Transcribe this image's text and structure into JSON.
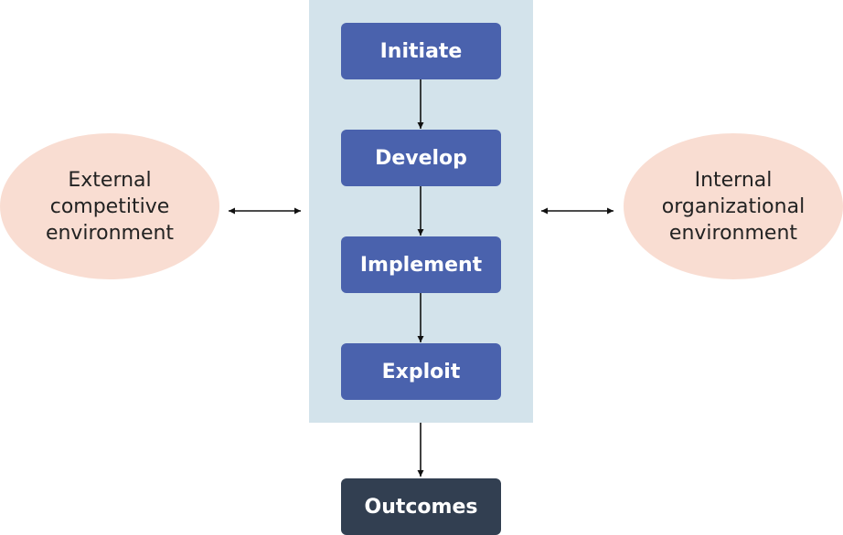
{
  "stages": [
    "Initiate",
    "Develop",
    "Implement",
    "Exploit"
  ],
  "outcome": "Outcomes",
  "external_env": [
    "External",
    "competitive",
    "environment"
  ],
  "internal_env": [
    "Internal",
    "organizational",
    "environment"
  ],
  "colors": {
    "stage": "#4a62ad",
    "outcome": "#323f51",
    "panel": "#d3e3eb",
    "env": "#f9ddd2"
  }
}
